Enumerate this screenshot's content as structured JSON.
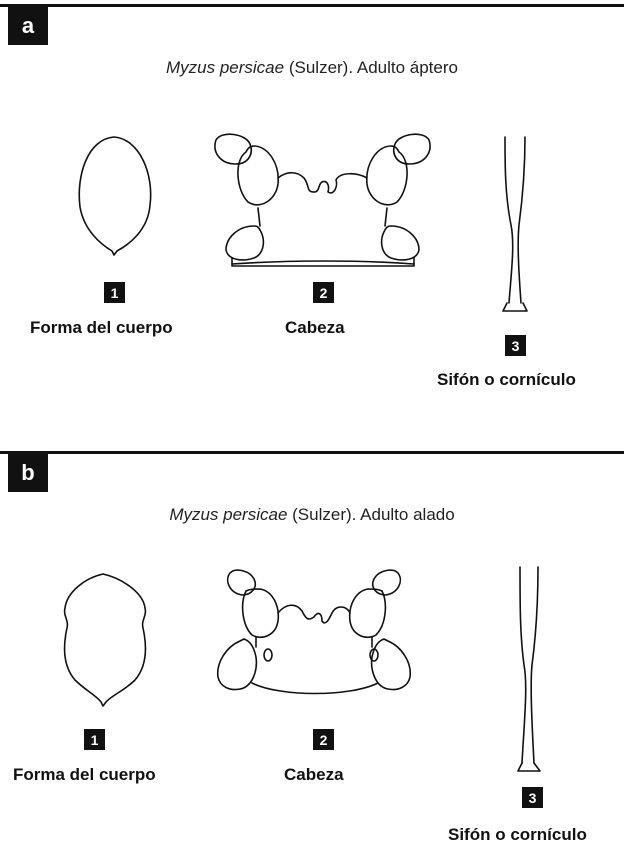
{
  "panels": [
    {
      "letter": "a",
      "caption_italic": "Myzus persicae",
      "caption_rest": " (Sulzer). Adulto áptero",
      "items": [
        {
          "number": "1",
          "label": "Forma del cuerpo"
        },
        {
          "number": "2",
          "label": "Cabeza"
        },
        {
          "number": "3",
          "label": "Sifón o cornículo"
        }
      ]
    },
    {
      "letter": "b",
      "caption_italic": "Myzus persicae",
      "caption_rest": " (Sulzer). Adulto alado",
      "items": [
        {
          "number": "1",
          "label": "Forma del cuerpo"
        },
        {
          "number": "2",
          "label": "Cabeza"
        },
        {
          "number": "3",
          "label": "Sifón o cornículo"
        }
      ]
    }
  ]
}
